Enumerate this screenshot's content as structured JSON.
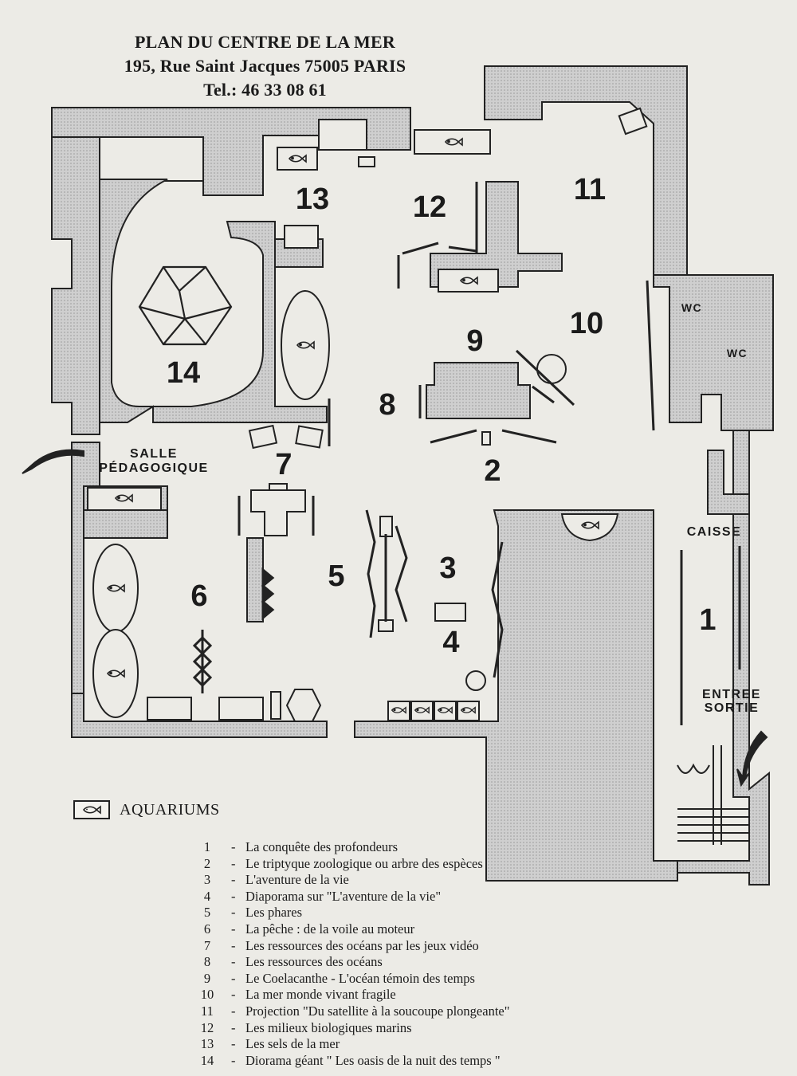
{
  "header": {
    "title": "PLAN DU CENTRE DE LA MER",
    "address": "195, Rue Saint Jacques 75005 PARIS",
    "phone": "Tel.: 46 33 08 61"
  },
  "plan": {
    "rooms": [
      "1",
      "2",
      "3",
      "4",
      "5",
      "6",
      "7",
      "8",
      "9",
      "10",
      "11",
      "12",
      "13",
      "14"
    ],
    "labels": {
      "salle_line1": "SALLE",
      "salle_line2": "PÉDAGOGIQUE",
      "caisse": "CAISSE",
      "wc": "WC",
      "entree": "ENTREE",
      "sortie": "SORTIE"
    },
    "colors": {
      "wall": "#c9c9c9",
      "outline": "#222222",
      "paper": "#ecebe6"
    },
    "icons": [
      "fish-icon",
      "arrow-icon"
    ]
  },
  "legend": {
    "aquariums_label": "AQUARIUMS",
    "items": [
      {
        "num": "1",
        "dash": "-",
        "text": "La conquête des profondeurs"
      },
      {
        "num": "2",
        "dash": "-",
        "text": "Le triptyque zoologique ou arbre des espèces"
      },
      {
        "num": "3",
        "dash": "-",
        "text": "L'aventure de la vie"
      },
      {
        "num": "4",
        "dash": "-",
        "text": "Diaporama sur  \"L'aventure de la vie\""
      },
      {
        "num": "5",
        "dash": "-",
        "text": "Les phares"
      },
      {
        "num": "6",
        "dash": "-",
        "text": "La pêche : de la voile au moteur"
      },
      {
        "num": "7",
        "dash": "-",
        "text": "Les ressources des océans par les jeux vidéo"
      },
      {
        "num": "8",
        "dash": "-",
        "text": "Les ressources des océans"
      },
      {
        "num": "9",
        "dash": "-",
        "text": "Le Coelacanthe - L'océan témoin des temps"
      },
      {
        "num": "10",
        "dash": "-",
        "text": "La mer monde vivant fragile"
      },
      {
        "num": "11",
        "dash": "-",
        "text": "Projection \"Du satellite à la soucoupe plongeante\""
      },
      {
        "num": "12",
        "dash": "-",
        "text": "Les milieux biologiques marins"
      },
      {
        "num": "13",
        "dash": "-",
        "text": "Les sels de la mer"
      },
      {
        "num": "14",
        "dash": "-",
        "text": "Diorama géant \" Les oasis de la nuit des temps \""
      }
    ]
  }
}
